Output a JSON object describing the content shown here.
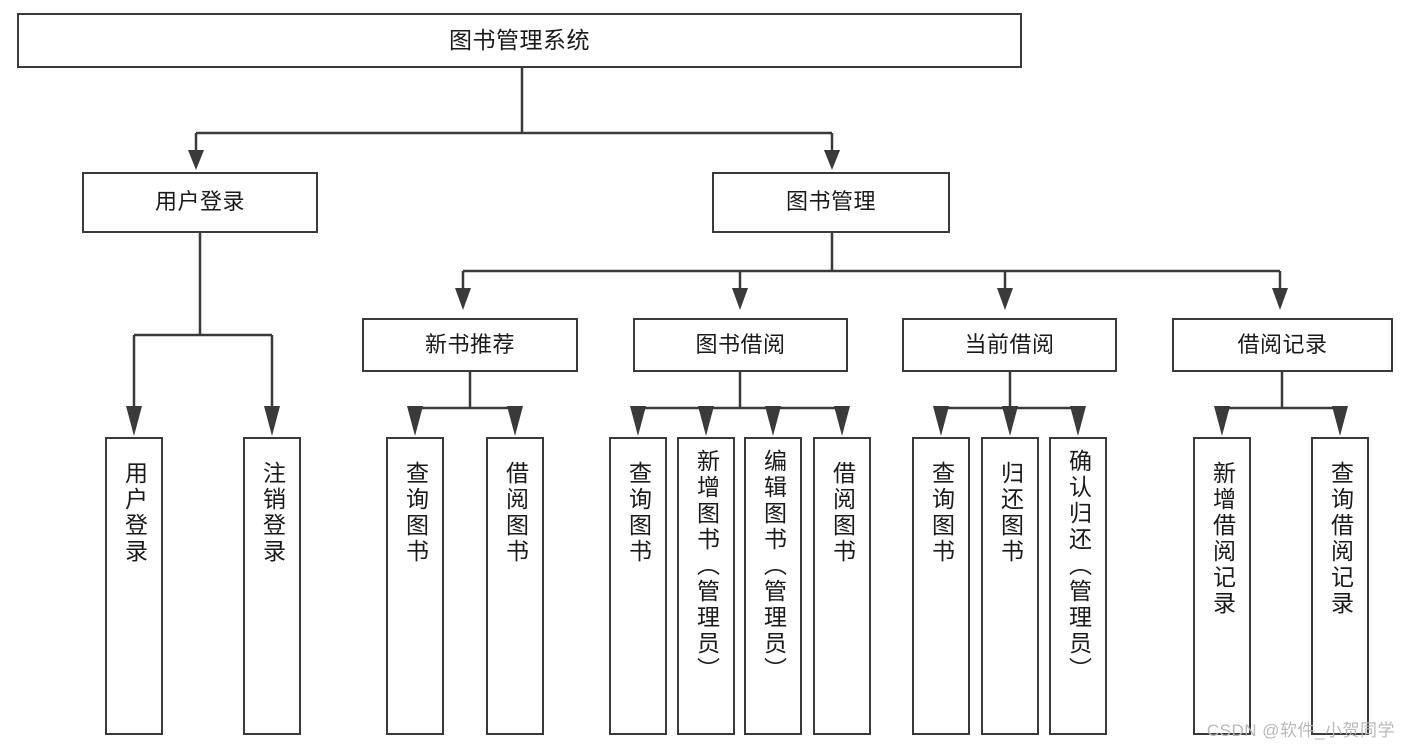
{
  "diagram": {
    "title": "图书管理系统",
    "type": "tree-hierarchy",
    "root": {
      "label": "图书管理系统"
    },
    "level2": [
      {
        "label": "用户登录"
      },
      {
        "label": "图书管理"
      }
    ],
    "level3": [
      {
        "label": "新书推荐"
      },
      {
        "label": "图书借阅"
      },
      {
        "label": "当前借阅"
      },
      {
        "label": "借阅记录"
      }
    ],
    "leaves": {
      "user_login": [
        {
          "label": "用户登录"
        },
        {
          "label": "注销登录"
        }
      ],
      "new_book_recommend": [
        {
          "label": "查询图书"
        },
        {
          "label": "借阅图书"
        }
      ],
      "book_borrow": [
        {
          "label": "查询图书"
        },
        {
          "label": "新增图书（管理员）"
        },
        {
          "label": "编辑图书（管理员）"
        },
        {
          "label": "借阅图书"
        }
      ],
      "current_borrow": [
        {
          "label": "查询图书"
        },
        {
          "label": "归还图书"
        },
        {
          "label": "确认归还（管理员）"
        }
      ],
      "borrow_record": [
        {
          "label": "新增借阅记录"
        },
        {
          "label": "查询借阅记录"
        }
      ]
    }
  },
  "watermark": {
    "text": "CSDN @软件_小贺同学"
  },
  "colors": {
    "box_border": "#3a3a3a",
    "box_fill": "#ffffff",
    "text": "#1a1a1a",
    "watermark": "#b9b9b9"
  }
}
